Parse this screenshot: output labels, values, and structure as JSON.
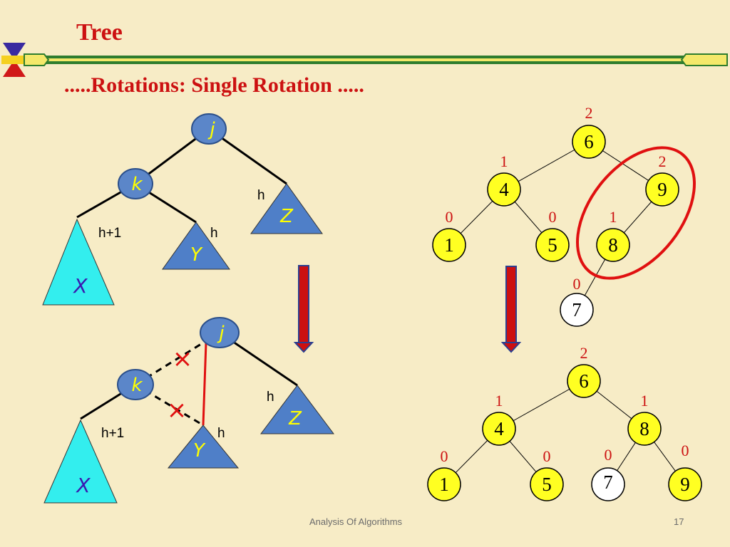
{
  "slide": {
    "title": "Tree",
    "subtitle": ".....Rotations: Single Rotation .....",
    "footer": "Analysis Of Algorithms",
    "page_number": "17"
  },
  "abstract_before": {
    "nodes": {
      "j": "j",
      "k": "k"
    },
    "subtrees": {
      "x": "X",
      "y": "Y",
      "z": "Z"
    },
    "height_labels": {
      "x": "h+1",
      "y": "h",
      "z": "h"
    }
  },
  "abstract_after": {
    "nodes": {
      "j": "j",
      "k": "k"
    },
    "subtrees": {
      "x": "X",
      "y": "Y",
      "z": "Z"
    },
    "height_labels": {
      "x": "h+1",
      "y": "h",
      "z": "h"
    },
    "cut_marks": [
      "×",
      "×"
    ]
  },
  "example_before": {
    "nodes": [
      {
        "key": "6",
        "height": "2"
      },
      {
        "key": "4",
        "height": "1"
      },
      {
        "key": "9",
        "height": "2"
      },
      {
        "key": "1",
        "height": "0"
      },
      {
        "key": "5",
        "height": "0"
      },
      {
        "key": "8",
        "height": "1"
      },
      {
        "key": "7",
        "height": "0"
      }
    ]
  },
  "example_after": {
    "nodes": [
      {
        "key": "6",
        "height": "2"
      },
      {
        "key": "4",
        "height": "1"
      },
      {
        "key": "8",
        "height": "1"
      },
      {
        "key": "1",
        "height": "0"
      },
      {
        "key": "5",
        "height": "0"
      },
      {
        "key": "7",
        "height": "0"
      },
      {
        "key": "9",
        "height": "0"
      }
    ]
  },
  "colors": {
    "background": "#f7ecc6",
    "title_red": "#cc1111",
    "node_blue": "#5b86c9",
    "subtree_blue": "#4f7fc8",
    "subtree_cyan": "#33eeee",
    "node_yellow": "#ffff22",
    "highlight_red": "#e01010",
    "banner_green": "#2e7d2e"
  }
}
